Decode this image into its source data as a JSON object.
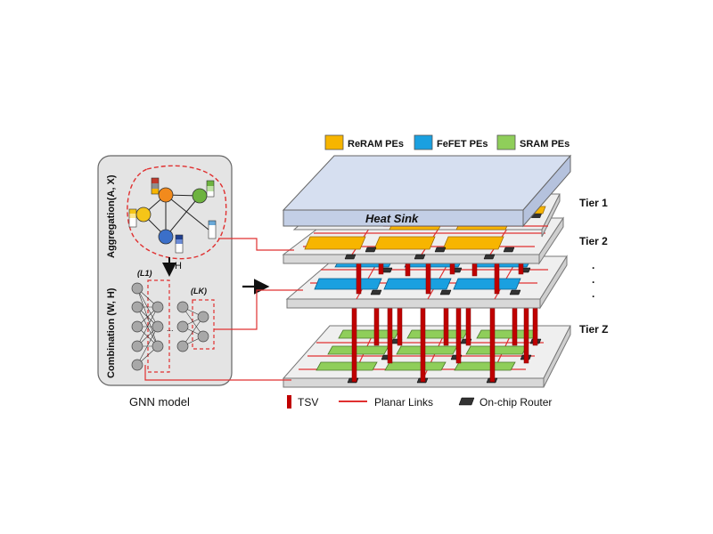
{
  "legend": {
    "reram": "ReRAM PEs",
    "fefet": "FeFET PEs",
    "sram": "SRAM PEs",
    "tsv": "TSV",
    "planar": "Planar Links",
    "router": "On-chip Router"
  },
  "tiers": {
    "tier1": "Tier 1",
    "tier2": "Tier 2",
    "dots": ". . .",
    "tierz": "Tier Z"
  },
  "heat_sink": "Heat Sink",
  "gnn": {
    "aggregation_label": "Aggregation(A, X)",
    "combination_label": "Combination (W, H)",
    "h_label": "H",
    "layer1_label": "(L1)",
    "layerk_label": "(LK)",
    "ellipsis": "...",
    "caption": "GNN model"
  },
  "colors": {
    "reram": "#f7b500",
    "fefet": "#1aa0e0",
    "sram": "#8fce5a",
    "tsv": "#c00000",
    "planar": "#e03030",
    "heat_sink": "#d6dff0",
    "panel_bg": "#e4e4e4",
    "node_orange": "#f28a1c",
    "node_green": "#6db33f",
    "node_blue": "#3b6fc9",
    "node_yellow": "#f5c518",
    "node_gray": "#a8a8a8"
  }
}
